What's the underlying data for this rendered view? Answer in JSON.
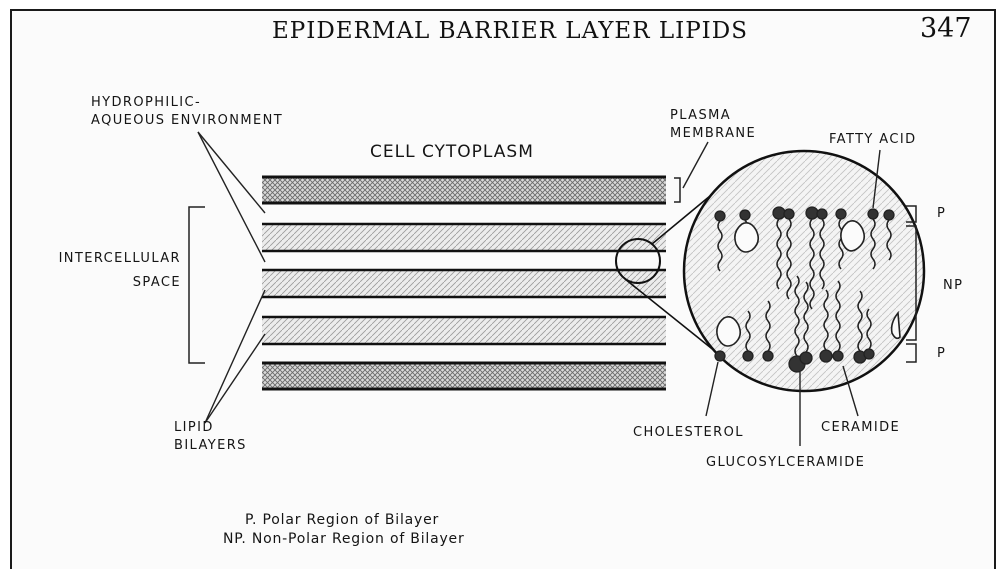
{
  "page": {
    "title": "EPIDERMAL BARRIER LAYER LIPIDS",
    "page_number": "347"
  },
  "labels": {
    "hydrophilic_line1": "HYDROPHILIC-",
    "hydrophilic_line2": "AQUEOUS ENVIRONMENT",
    "cell_cytoplasm": "CELL CYTOPLASM",
    "plasma_line1": "PLASMA",
    "plasma_line2": "MEMBRANE",
    "fatty_acid": "FATTY ACID",
    "intercellular_line1": "INTERCELLULAR",
    "intercellular_line2": "SPACE",
    "lipid_line1": "LIPID",
    "lipid_line2": "BILAYERS",
    "cholesterol": "CHOLESTEROL",
    "ceramide": "CERAMIDE",
    "glucosylceramide": "GLUCOSYLCERAMIDE",
    "region_p_top": "P",
    "region_np": "NP",
    "region_p_bottom": "P"
  },
  "legend": {
    "line1": "P. Polar Region of Bilayer",
    "line2": "NP. Non-Polar Region of Bilayer"
  }
}
